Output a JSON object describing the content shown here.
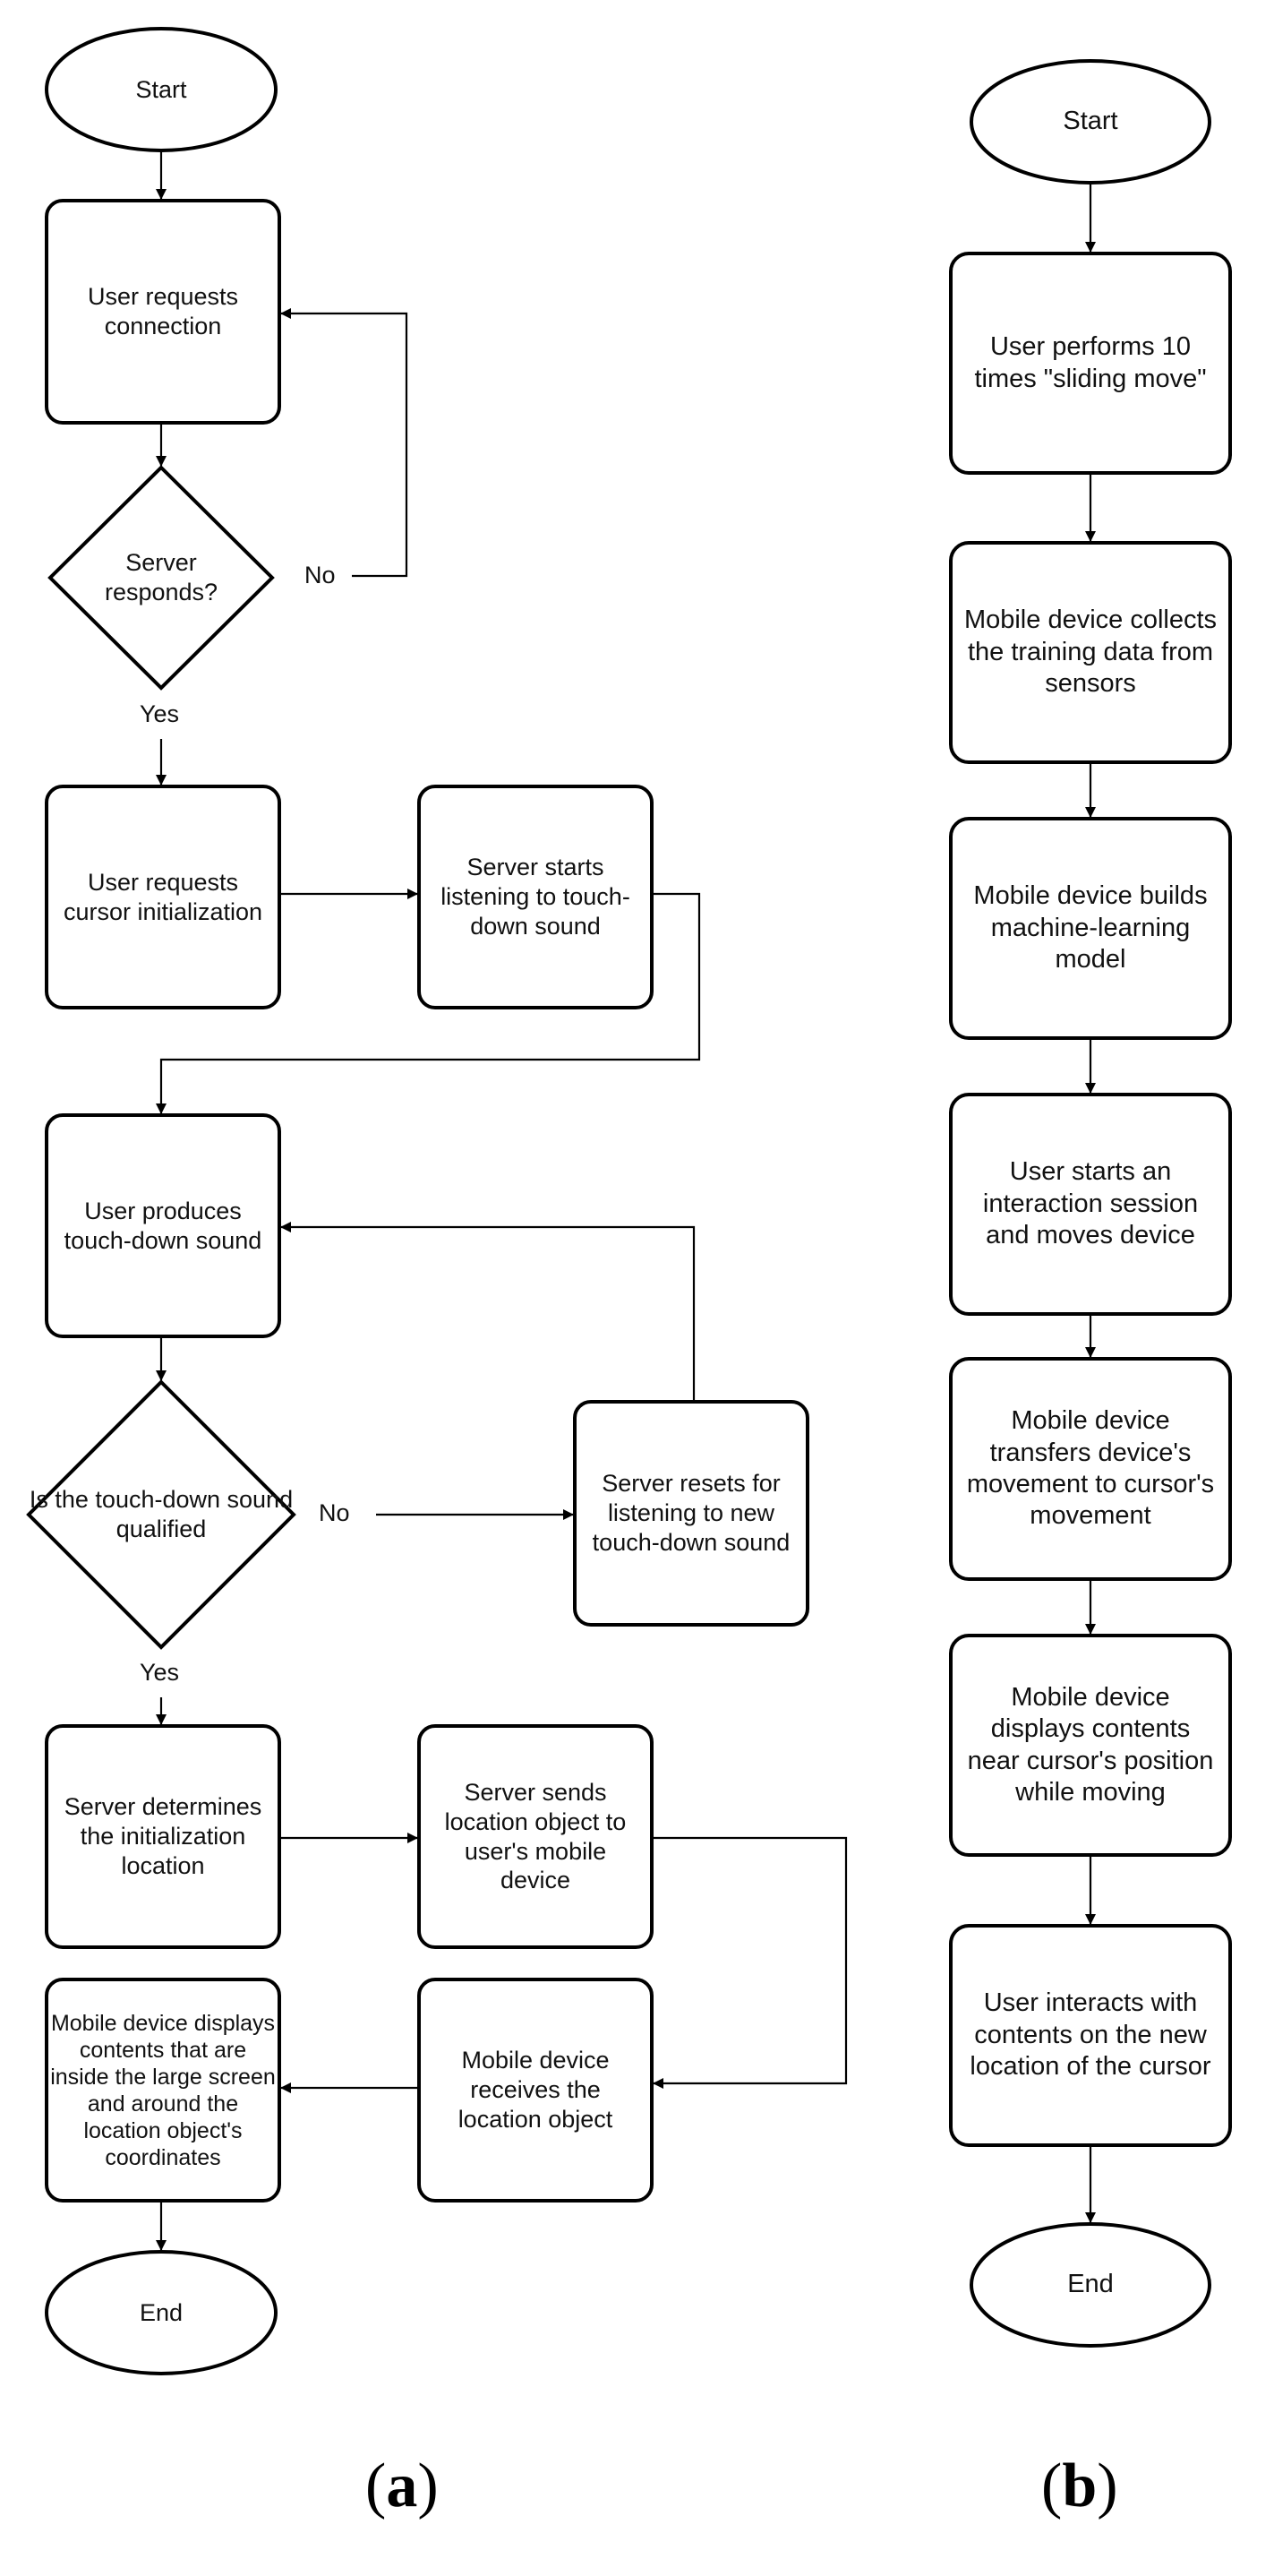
{
  "flowchart_a": {
    "caption_open": "(",
    "caption_letter": "a",
    "caption_close": ")",
    "nodes": {
      "start": "Start",
      "request_connection": "User requests connection",
      "server_responds": "Server responds?",
      "request_cursor_init": "User requests cursor initialization",
      "server_listening": "Server starts listening to touch-down sound",
      "produce_sound": "User produces touch-down sound",
      "sound_qualified": "Is the touch-down sound qualified",
      "server_resets": "Server resets for listening to new touch-down sound",
      "determine_location": "Server determines the initialization location",
      "send_location": "Server sends location object to user's mobile device",
      "receive_location": "Mobile device receives the location object",
      "display_contents": "Mobile device displays contents that are inside the large  screen and around the location object's coordinates",
      "end": "End"
    },
    "edge_labels": {
      "responds_no": "No",
      "responds_yes": "Yes",
      "qualified_no": "No",
      "qualified_yes": "Yes"
    }
  },
  "flowchart_b": {
    "caption_open": "(",
    "caption_letter": "b",
    "caption_close": ")",
    "nodes": {
      "start": "Start",
      "sliding_move": "User performs 10 times \"sliding move\"",
      "collect_data": "Mobile device collects the training data from sensors",
      "build_model": "Mobile device builds machine-learning model",
      "start_session": "User starts an interaction session and moves device",
      "transfer_movement": "Mobile device transfers device's movement to cursor's movement",
      "display_near_cursor": "Mobile device displays contents near cursor's position while moving",
      "interact": "User interacts with contents on the new location of the cursor",
      "end": "End"
    }
  }
}
